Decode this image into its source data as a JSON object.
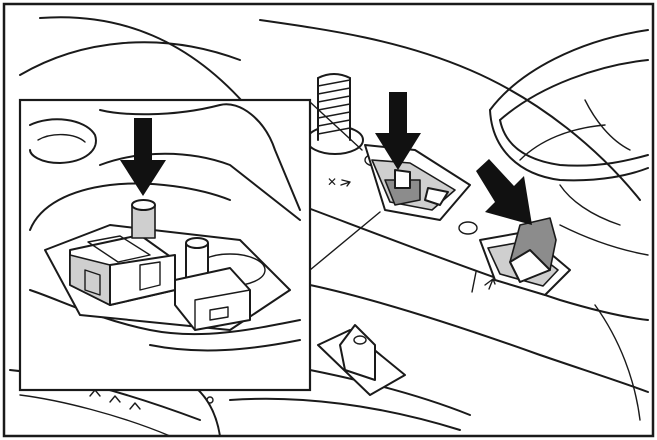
{
  "figure": {
    "kind": "line-drawing",
    "arrows": [
      {
        "name": "inset-down-arrow",
        "direction": "down"
      },
      {
        "name": "main-down-arrow",
        "direction": "down"
      },
      {
        "name": "diagonal-arrow",
        "direction": "down-right"
      }
    ],
    "colors": {
      "ink": "#1a1a1a",
      "background": "#ffffff",
      "shade": "#cfcfcf"
    }
  }
}
